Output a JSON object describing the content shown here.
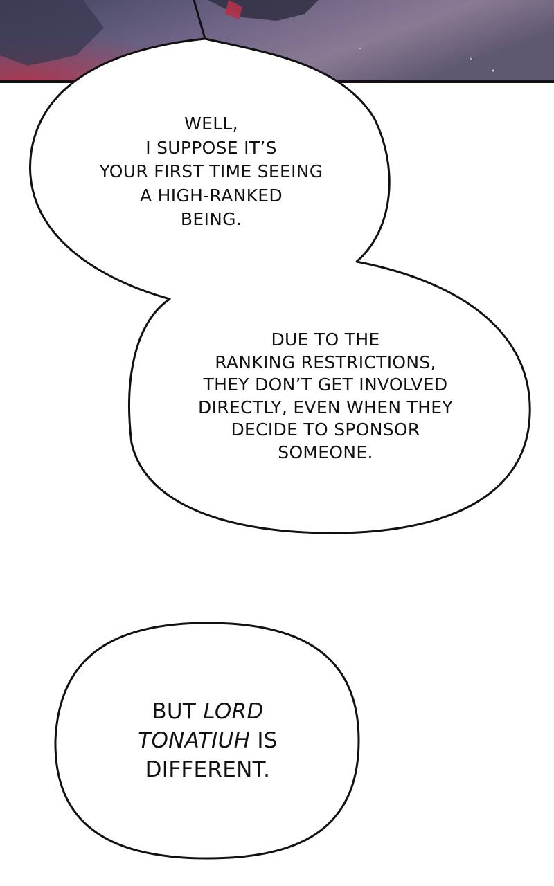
{
  "panel_top": {
    "colors": {
      "sky_top": "#4a4e6a",
      "sky_mid": "#7a6a88",
      "accent_red": "#b4324a",
      "border": "#111111"
    }
  },
  "bubbles": [
    {
      "lines": [
        "WELL,",
        "I SUPPOSE IT’S",
        "YOUR FIRST TIME SEEING",
        "A HIGH-RANKED",
        "BEING."
      ]
    },
    {
      "lines": [
        "DUE TO THE",
        "RANKING RESTRICTIONS,",
        "THEY DON’T GET INVOLVED",
        "DIRECTLY, EVEN WHEN THEY",
        "DECIDE TO SPONSOR",
        "SOMEONE."
      ]
    },
    {
      "line1_plain": "BUT ",
      "line1_em": "LORD",
      "line2_em": "TONATIUH",
      "line2_plain": " IS",
      "line3": "DIFFERENT."
    }
  ]
}
